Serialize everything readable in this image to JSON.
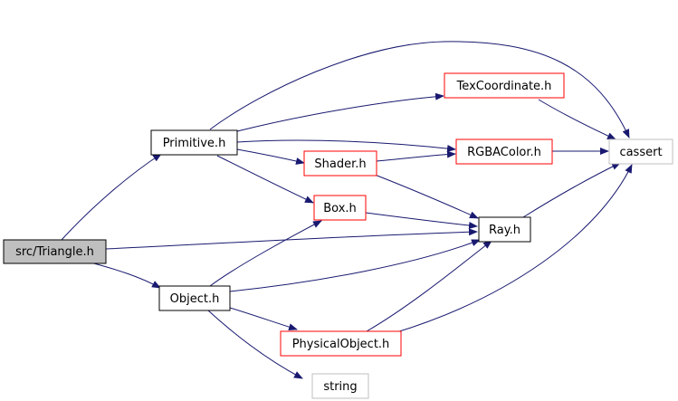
{
  "colors": {
    "edge": "#191970",
    "border_default": "#000000",
    "border_incomplete": "#ff0000",
    "border_system": "#bfbfbf",
    "root_fill": "#bfbfbf",
    "node_fill": "#ffffff"
  },
  "nodes": {
    "triangle": {
      "label": "src/Triangle.h",
      "kind": "root"
    },
    "primitive": {
      "label": "Primitive.h",
      "kind": "default"
    },
    "object": {
      "label": "Object.h",
      "kind": "default"
    },
    "texcoord": {
      "label": "TexCoordinate.h",
      "kind": "incomplete"
    },
    "rgba": {
      "label": "RGBAColor.h",
      "kind": "incomplete"
    },
    "shader": {
      "label": "Shader.h",
      "kind": "incomplete"
    },
    "box": {
      "label": "Box.h",
      "kind": "incomplete"
    },
    "physobj": {
      "label": "PhysicalObject.h",
      "kind": "incomplete"
    },
    "ray": {
      "label": "Ray.h",
      "kind": "default"
    },
    "cassert": {
      "label": "cassert",
      "kind": "system"
    },
    "string": {
      "label": "string",
      "kind": "system"
    }
  },
  "edges": [
    {
      "from": "triangle",
      "to": "primitive"
    },
    {
      "from": "triangle",
      "to": "ray"
    },
    {
      "from": "triangle",
      "to": "object"
    },
    {
      "from": "primitive",
      "to": "cassert"
    },
    {
      "from": "primitive",
      "to": "texcoord"
    },
    {
      "from": "primitive",
      "to": "rgba"
    },
    {
      "from": "primitive",
      "to": "shader"
    },
    {
      "from": "primitive",
      "to": "box"
    },
    {
      "from": "texcoord",
      "to": "cassert"
    },
    {
      "from": "rgba",
      "to": "cassert"
    },
    {
      "from": "shader",
      "to": "rgba"
    },
    {
      "from": "shader",
      "to": "ray"
    },
    {
      "from": "box",
      "to": "ray"
    },
    {
      "from": "ray",
      "to": "cassert"
    },
    {
      "from": "object",
      "to": "box"
    },
    {
      "from": "object",
      "to": "ray"
    },
    {
      "from": "object",
      "to": "physobj"
    },
    {
      "from": "object",
      "to": "string"
    },
    {
      "from": "physobj",
      "to": "ray"
    },
    {
      "from": "physobj",
      "to": "cassert"
    }
  ]
}
